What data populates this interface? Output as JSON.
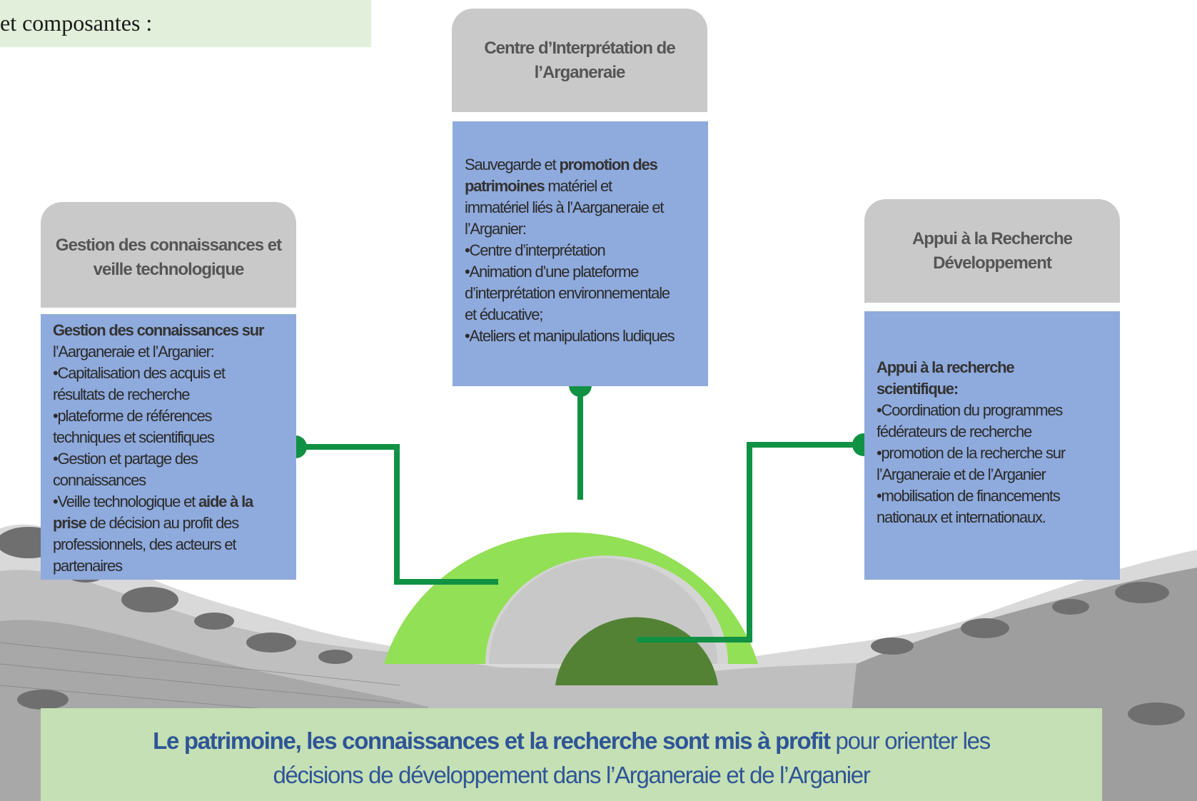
{
  "title": "et composantes :",
  "components": {
    "left": {
      "heading": "Gestion des connaissances et veille technologique",
      "body_bold_intro": "Gestion des connaissances sur",
      "body_intro_rest": "l’Aarganeraie et l’Arganier:",
      "item1": "•Capitalisation des acquis et",
      "item1b": "résultats de recherche",
      "item2": "•plateforme de références",
      "item2b": "techniques et scientifiques",
      "item3": "•Gestion et partage des",
      "item3b": "connaissances",
      "item4_start": "•Veille technologique  et",
      "item4_bold1": "aide à la",
      "item4_bold2": "prise",
      "item4_rest": "de décision au profit des",
      "item4b": "professionnels, des acteurs et",
      "item4c": "partenaires"
    },
    "center": {
      "heading": "Centre d’Interprétation de l’Arganeraie",
      "intro_start": "Sauvegarde et",
      "intro_bold1": "promotion des",
      "intro_bold2": "patrimoines",
      "intro_rest": "matériel et",
      "intro_line3": "immatériel liés à l’Aarganeraie et",
      "intro_line4": "l’Arganier:",
      "item1": "•Centre d’interprétation",
      "item2": "•Animation d’une plateforme",
      "item2b": "d’interprétation environnementale",
      "item2c": "et éducative;",
      "item3": "•Ateliers et manipulations ludiques"
    },
    "right": {
      "heading": "Appui à la Recherche Développement",
      "bold_intro1": "Appui à la recherche",
      "bold_intro2": "scientifique:",
      "item1": "•Coordination du programmes",
      "item1b": "fédérateurs de recherche",
      "item2": "•promotion de la recherche sur",
      "item2b": "l’Arganeraie et de l’Arganier",
      "item3": "•mobilisation de financements",
      "item3b": "nationaux et internationaux."
    }
  },
  "footer": {
    "bold": "Le patrimoine, les connaissances et la recherche sont mis à profit",
    "rest1": "pour orienter les",
    "rest2": "décisions de développement dans l’Arganeraie et de l’Arganier"
  },
  "colors": {
    "heading_bg": "#c9c9c9",
    "body_bg": "#8faadc",
    "connector": "#119143",
    "arc_outer": "#92e055",
    "arc_middle": "#c8c8c8",
    "arc_inner": "#548235",
    "footer_bg": "#c5e0b4",
    "footer_text": "#2f5597"
  }
}
